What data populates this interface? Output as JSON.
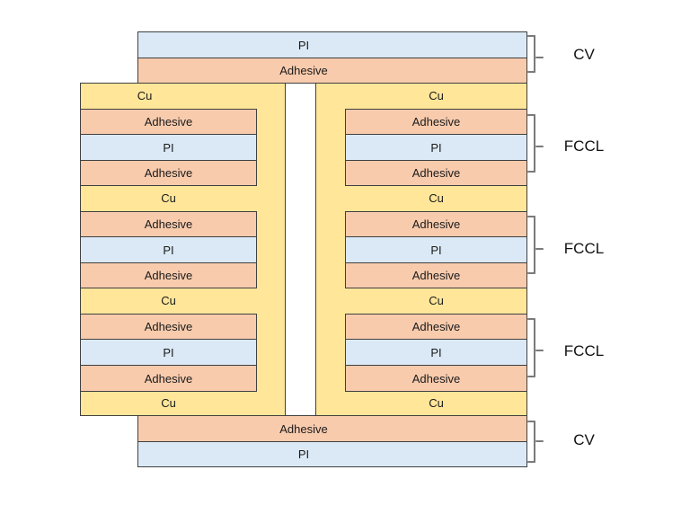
{
  "diagram": {
    "type": "fpc-layer-stackup",
    "materials": {
      "Cu": "#ffe699",
      "Adhesive": "#f8cbad",
      "PI": "#dbe9f6"
    },
    "colors": {
      "border": "#404040",
      "bracket": "#7a7a7a",
      "text": "#1a1a1a",
      "background": "#ffffff"
    },
    "cover_top": {
      "layers": [
        "PI",
        "Adhesive"
      ],
      "label": "CV"
    },
    "core": {
      "left_column_rows": [
        "Cu",
        "Adhesive",
        "PI",
        "Adhesive",
        "Cu",
        "Adhesive",
        "PI",
        "Adhesive",
        "Cu",
        "Adhesive",
        "PI",
        "Adhesive",
        "Cu"
      ],
      "right_column_rows": [
        "Cu",
        "Adhesive",
        "PI",
        "Adhesive",
        "Cu",
        "Adhesive",
        "PI",
        "Adhesive",
        "Cu",
        "Adhesive",
        "PI",
        "Adhesive",
        "Cu"
      ]
    },
    "cover_bottom": {
      "layers": [
        "Adhesive",
        "PI"
      ],
      "label": "CV"
    },
    "annotations": [
      {
        "label": "CV"
      },
      {
        "label": "FCCL"
      },
      {
        "label": "FCCL"
      },
      {
        "label": "FCCL"
      },
      {
        "label": "CV"
      }
    ]
  }
}
